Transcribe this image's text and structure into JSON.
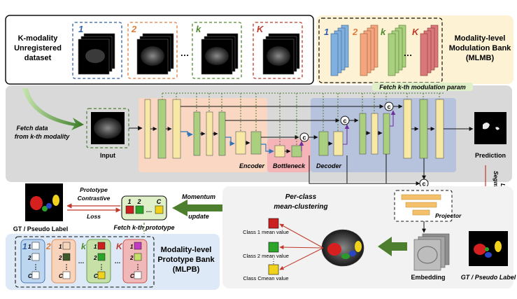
{
  "dataset": {
    "title_lines": [
      "K-modality",
      "Unregistered",
      "dataset"
    ],
    "modality_labels": [
      "1",
      "2",
      "k",
      "K"
    ],
    "ellipsis": "…"
  },
  "mlmb": {
    "title_lines": [
      "Modality-level",
      "Modulation Bank",
      "(MLMB)"
    ],
    "stack_labels": [
      "1",
      "2",
      "k",
      "K"
    ],
    "fetch_param": "Fetch k-th modulation param"
  },
  "network": {
    "fetch_data_lines": [
      "Fetch data",
      "from k-th  modality"
    ],
    "input_label": "Input",
    "encoder_label": "Encoder",
    "bottleneck_label": "Bottleneck",
    "decoder_label": "Decoder",
    "prediction_label": "Prediction",
    "concat_symbol": "c"
  },
  "prototype": {
    "contrastive_lines": [
      "Prototype",
      "Contrastive",
      "Loss"
    ],
    "gt_left": "GT / Pseudo Label",
    "momentum_lines": [
      "Momentum",
      "update"
    ],
    "box_labels": [
      "1",
      "2",
      "C"
    ],
    "fetch_prototype": "Fetch k-th prototype"
  },
  "mlpb": {
    "title_lines": [
      "Modality-level",
      "Prototype Bank",
      "(MLPB)"
    ],
    "column_labels": [
      "1",
      "2",
      "k",
      "K"
    ],
    "row_labels": [
      "1",
      "2",
      "C"
    ]
  },
  "clustering": {
    "title_lines": [
      "Per-class",
      "mean-clustering"
    ],
    "class_values": [
      "Class 1 mean value",
      "Class 2 mean value",
      "Class Cmean value"
    ],
    "projector_label": "Projector",
    "embedding_label": "Embedding",
    "seg_loss_lines": [
      "Segmentation",
      "Loss"
    ],
    "gt_right": "GT / Pseudo Label"
  },
  "colors": {
    "encoder_region": "#f9d7c3",
    "bottleneck_region": "#f4b4b8",
    "decoder_region": "#b7c3dd",
    "backbone_panel": "#d9d9d9",
    "mlmb_panel": "#fdf3d4",
    "mlpb_panel": "#dde9f6",
    "feature_yellow": "#f7e8a3",
    "feature_green": "#a9cf7f",
    "stack_blue": "#7fb0e0",
    "stack_orange": "#f2a57f",
    "stack_green": "#a9cf7f",
    "stack_red": "#d9787a",
    "arrow_green": "#4e7f2e",
    "seg_loss_red": "#c0392b"
  }
}
